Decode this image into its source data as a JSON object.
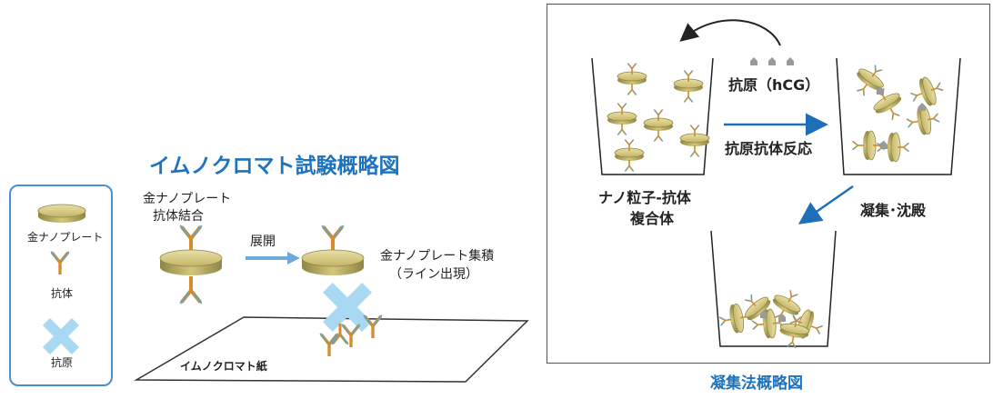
{
  "left_diagram": {
    "title": "イムノクロマト試験概略図",
    "legend": {
      "gold_plate": "金ナノプレート",
      "antibody": "抗体",
      "antigen": "抗原"
    },
    "label_conjugate_line1": "金ナノプレート",
    "label_conjugate_line2": "抗体結合",
    "arrow_label": "展開",
    "label_accumulate_line1": "金ナノプレート集積",
    "label_accumulate_line2": "（ライン出現）",
    "paper_label": "イムノクロマト紙"
  },
  "right_diagram": {
    "caption": "凝集法概略図",
    "antigen_label": "抗原（hCG）",
    "reaction_label": "抗原抗体反応",
    "complex_label_line1": "ナノ粒子-抗体",
    "complex_label_line2": "複合体",
    "aggregation_label": "凝集･沈殿"
  },
  "colors": {
    "title_blue": "#1e73be",
    "frame_blue": "#4a8fce",
    "arrow_blue": "#1f6fb8",
    "arrow_light_blue": "#6fa8dc",
    "gold": "#c8bb6a",
    "gold_dark": "#8f8545",
    "antigen_blue": "#a9d8f2"
  }
}
